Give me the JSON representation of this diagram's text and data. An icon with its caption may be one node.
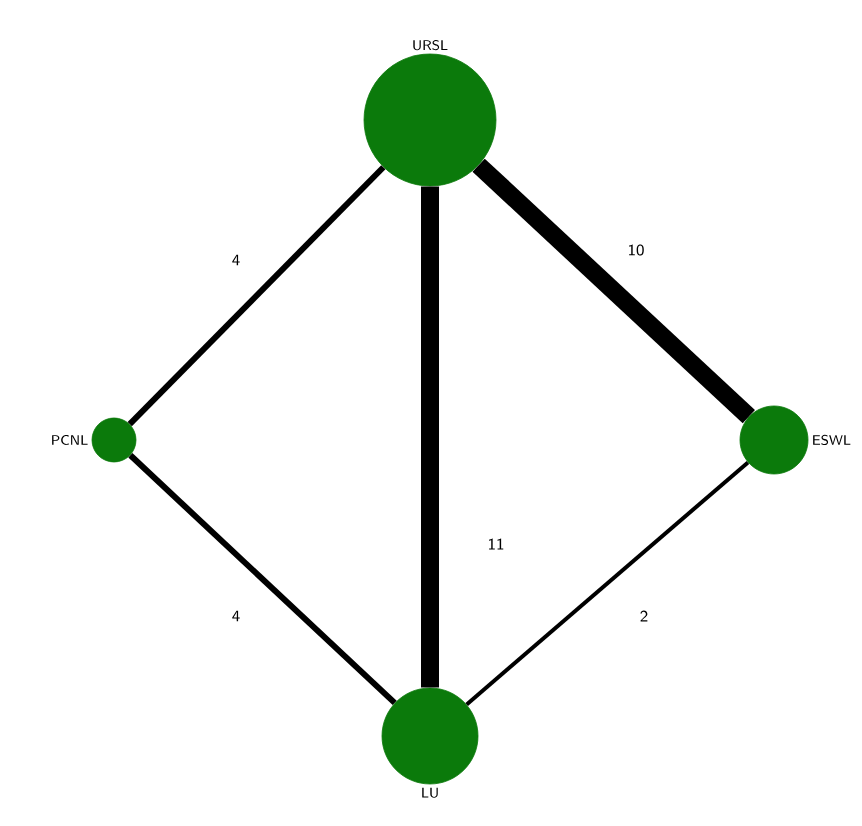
{
  "diagram": {
    "nodes": [
      {
        "text": [
          "URSL"
        ]
      },
      {
        "text": [
          "PCNL"
        ]
      },
      {
        "text": [
          "ESWL"
        ]
      },
      {
        "text": [
          "LU"
        ]
      }
    ],
    "edges": [
      {
        "from": 0,
        "to": 1,
        "arrow": "none",
        "label": "4"
      },
      {
        "from": 0,
        "to": 2,
        "arrow": "none",
        "label": "10",
        "style": "thick"
      },
      {
        "from": 0,
        "to": 3,
        "arrow": "none",
        "label": "11",
        "style": "thick"
      },
      {
        "from": 1,
        "to": 3,
        "arrow": "none",
        "label": "4"
      },
      {
        "from": 2,
        "to": 3,
        "arrow": "none",
        "label": "2"
      }
    ]
  }
}
